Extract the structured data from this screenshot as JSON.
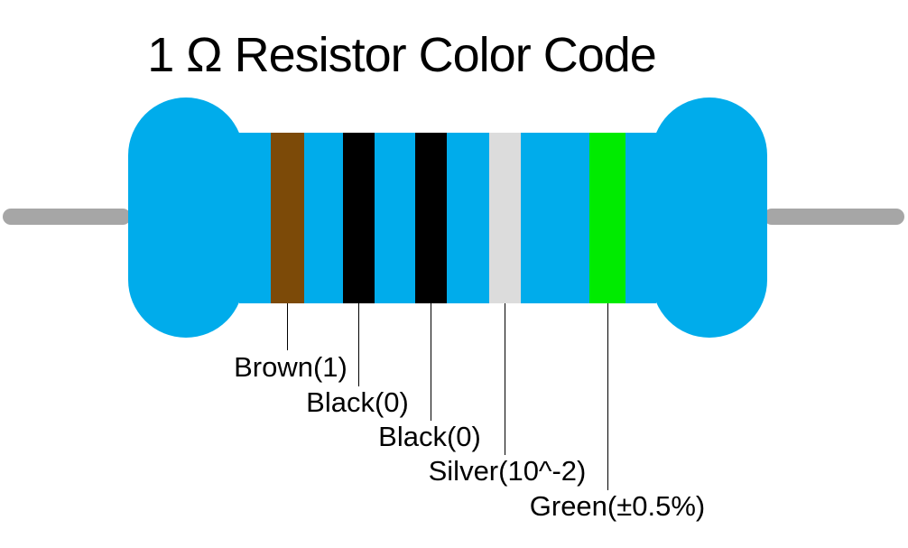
{
  "title": "1 Ω Resistor Color Code",
  "resistance": "1 Ω",
  "colors": {
    "background": "#FFFFFF",
    "body": "#00ACEB",
    "lead": "#A6A6A6",
    "text": "#000000",
    "leader_line": "#000000"
  },
  "bands": [
    {
      "name": "Brown",
      "meaning": "1",
      "label": "Brown(1)",
      "color": "#7C4A08"
    },
    {
      "name": "Black",
      "meaning": "0",
      "label": "Black(0)",
      "color": "#000000"
    },
    {
      "name": "Black",
      "meaning": "0",
      "label": "Black(0)",
      "color": "#000000"
    },
    {
      "name": "Silver",
      "meaning": "10^-2",
      "label": "Silver(10^-2)",
      "color": "#DCDCDC"
    },
    {
      "name": "Green",
      "meaning": "±0.5%",
      "label": "Green(±0.5%)",
      "color": "#00EB00"
    }
  ]
}
